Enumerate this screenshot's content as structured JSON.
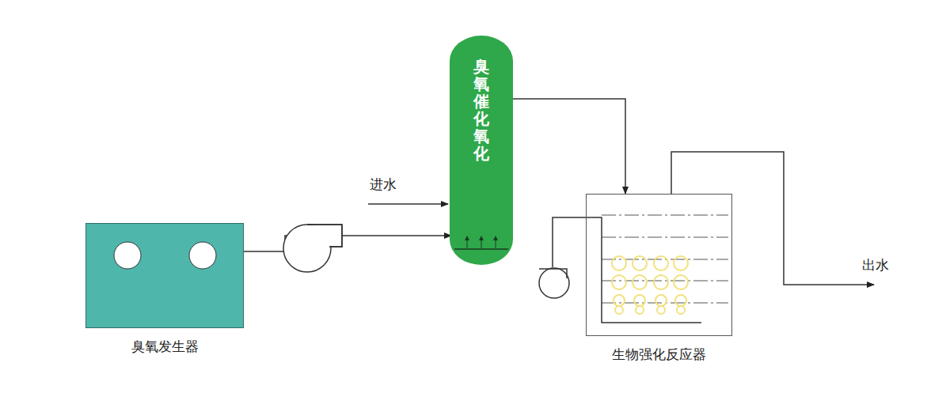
{
  "diagram": {
    "nodes": [
      {
        "text": [
          "臭氧发生器"
        ]
      },
      {
        "text": [
          "臭氧催化氧化"
        ]
      },
      {
        "text": [
          "生物强化反应器"
        ]
      }
    ],
    "edges": [
      {
        "from": 0,
        "to": 1,
        "arrow": "to"
      },
      {
        "from": 1,
        "to": 2,
        "arrow": "to"
      }
    ],
    "labels": [
      "进水",
      "出水"
    ]
  }
}
